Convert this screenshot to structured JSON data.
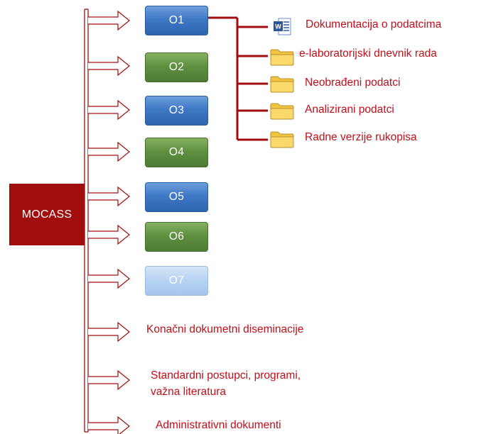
{
  "root": {
    "label": "MOCASS"
  },
  "outputs": [
    {
      "label": "O1",
      "style": "blue"
    },
    {
      "label": "O2",
      "style": "green"
    },
    {
      "label": "O3",
      "style": "blue"
    },
    {
      "label": "O4",
      "style": "green"
    },
    {
      "label": "O5",
      "style": "blue"
    },
    {
      "label": "O6",
      "style": "green"
    },
    {
      "label": "O7",
      "style": "light-blue"
    }
  ],
  "o1_children": [
    {
      "label": "Dokumentacija o podatcima",
      "icon": "word-document-icon"
    },
    {
      "label": "e-laboratorijski dnevnik rada",
      "icon": "folder-icon"
    },
    {
      "label": "Neobrađeni podatci",
      "icon": "folder-icon"
    },
    {
      "label": "Analizirani podatci",
      "icon": "folder-icon"
    },
    {
      "label": "Radne verzije rukopisa",
      "icon": "folder-icon"
    }
  ],
  "documents": [
    {
      "label": "Konačni dokumetni diseminacije"
    },
    {
      "lines": [
        "Standardni postupci, programi,",
        "važna literatura"
      ]
    },
    {
      "label": "Administrativni dokumenti"
    }
  ],
  "colors": {
    "root_fill": "#a10d0d",
    "connector": "#a10d0d",
    "label_text": "#c0101a",
    "blue_box": "#3f78c6",
    "green_box": "#5f9140",
    "light_box": "#b6d2f2",
    "folder": "#f9d565"
  }
}
